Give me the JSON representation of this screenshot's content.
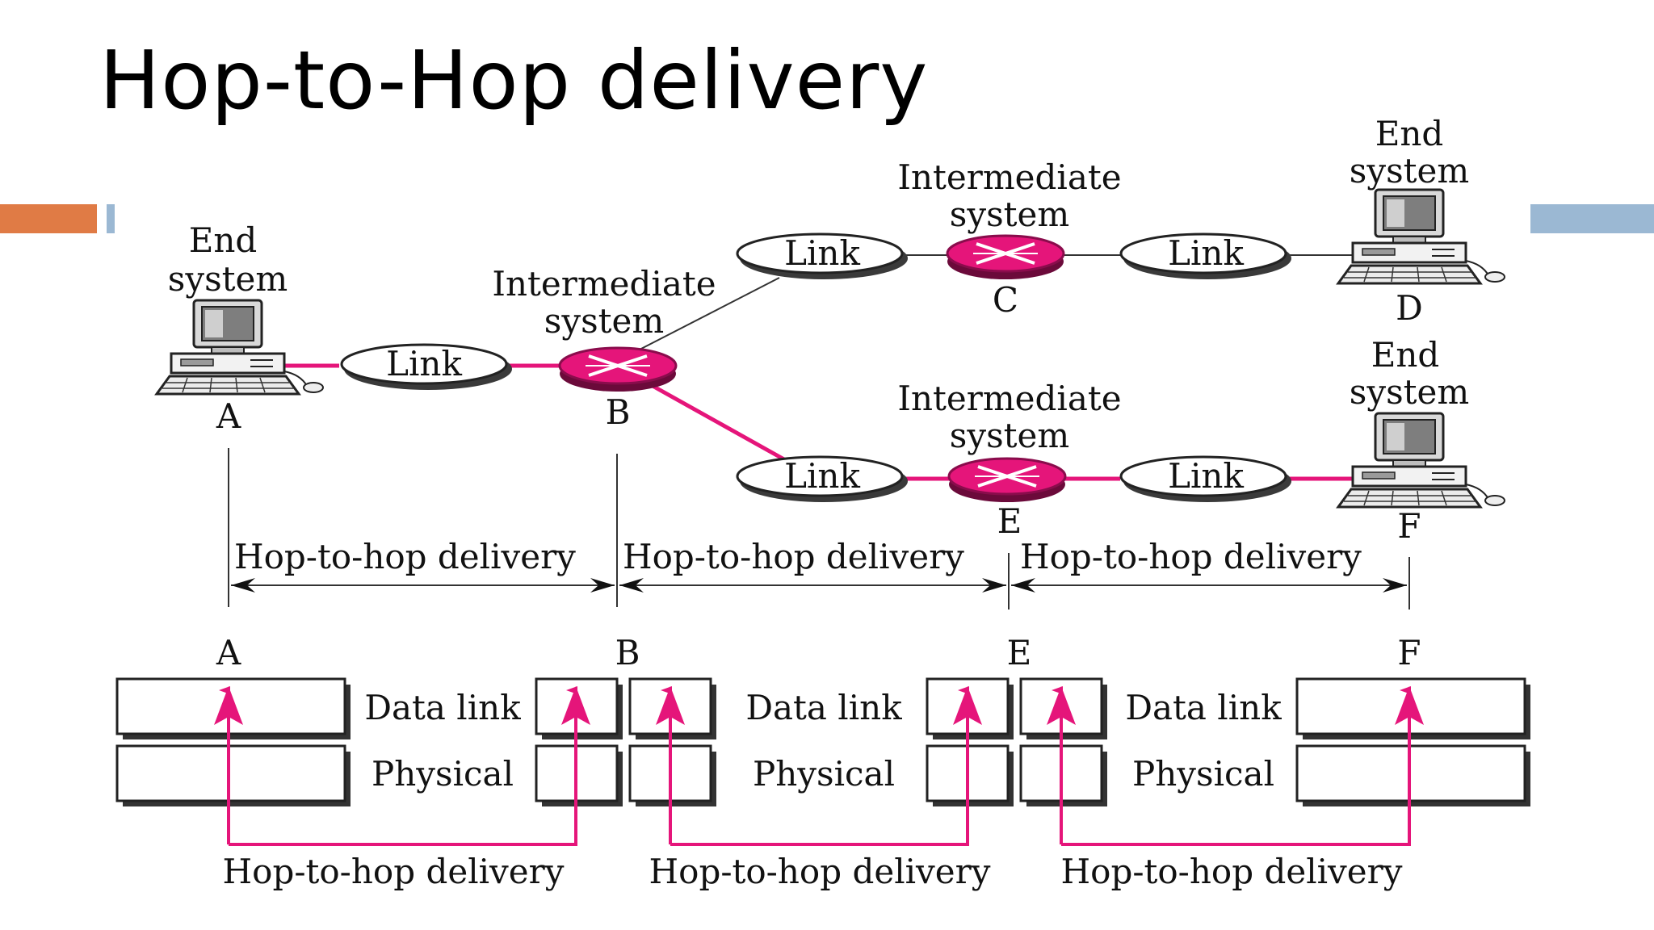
{
  "slide": {
    "title": "Hop-to-Hop delivery",
    "colors": {
      "orange_bar": "#E07B45",
      "blue_bar": "#9BB8D3",
      "accent": "#E5157A"
    }
  },
  "network": {
    "end_system_label_line1": "End",
    "end_system_label_line2": "system",
    "intermediate_label_line1": "Intermediate",
    "intermediate_label_line2": "system",
    "link_label": "Link",
    "nodes": {
      "a": "A",
      "b": "B",
      "c": "C",
      "d": "D",
      "e": "E",
      "f": "F"
    }
  },
  "delivery": {
    "hop_label": "Hop-to-hop delivery",
    "layer_datalink": "Data link",
    "layer_physical": "Physical"
  }
}
